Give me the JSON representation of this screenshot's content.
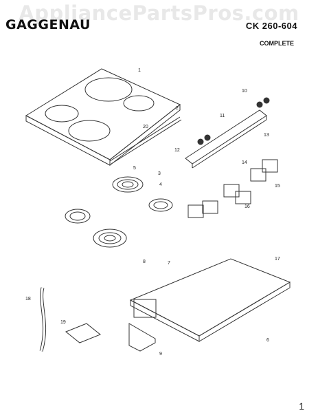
{
  "header": {
    "brand": "GAGGENAU",
    "model": "CK 260-604",
    "subtitle": "COMPLETE",
    "watermark": "AppliancePartsPros.com"
  },
  "footer": {
    "mark": "1"
  },
  "callouts": [
    "1",
    "2",
    "3",
    "4",
    "5",
    "6",
    "7",
    "8",
    "9",
    "10",
    "11",
    "12",
    "13",
    "14",
    "15",
    "16",
    "17",
    "18",
    "19",
    "20"
  ],
  "colors": {
    "line": "#333333",
    "paper": "#ffffff",
    "watermark": "#bebebe"
  }
}
